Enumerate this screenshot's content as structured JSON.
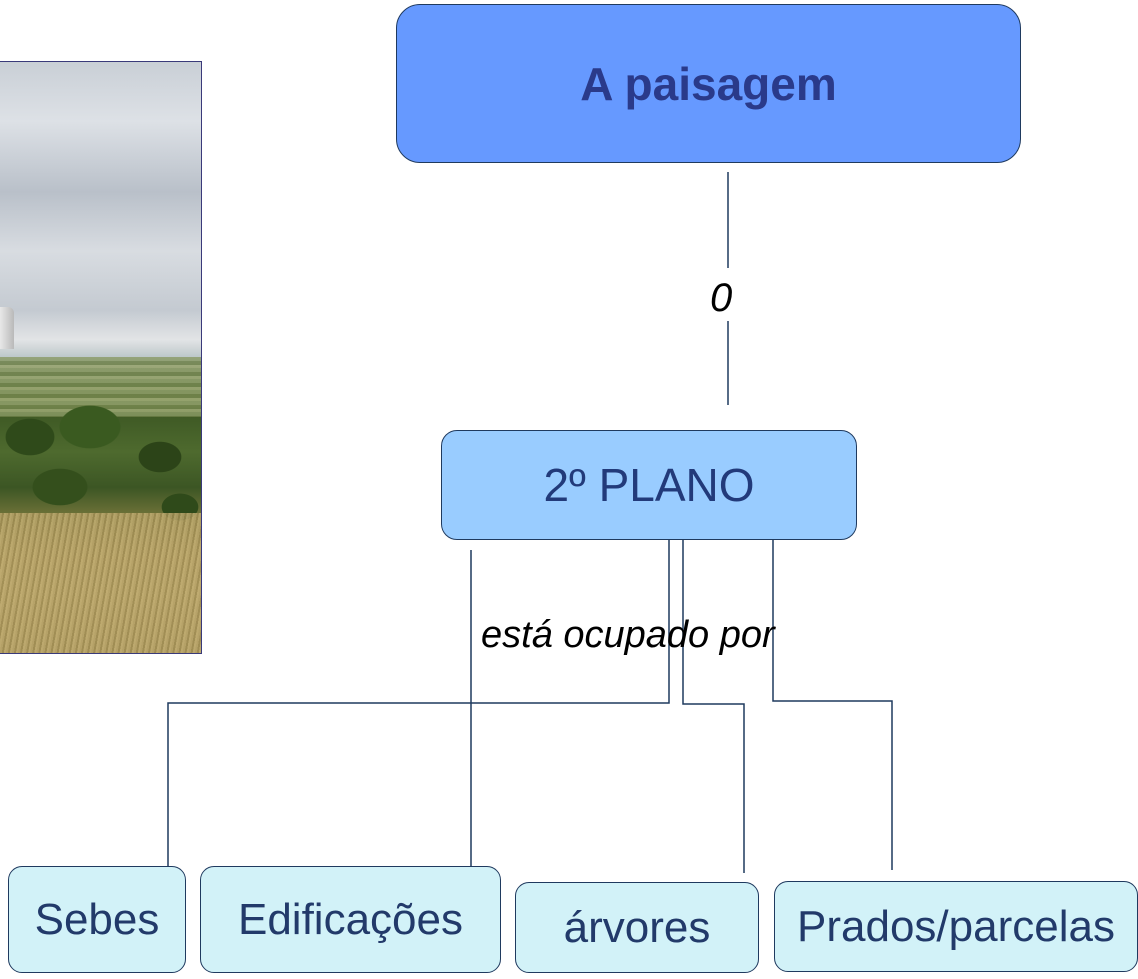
{
  "nodes": {
    "main": "A paisagem",
    "plano": "2º PLANO",
    "leaves": [
      "Sebes",
      "Edificações",
      "árvores",
      "Prados/parcelas"
    ]
  },
  "links": {
    "main_to_plano": "0",
    "plano_to_leaves": "está ocupado por"
  },
  "colors": {
    "main_fill": "#6699ff",
    "plano_fill": "#99ccff",
    "leaf_fill": "#d2f2f8",
    "connector": "#1f3a5f"
  },
  "image": {
    "subject": "rural landscape photo with cooling tower"
  }
}
